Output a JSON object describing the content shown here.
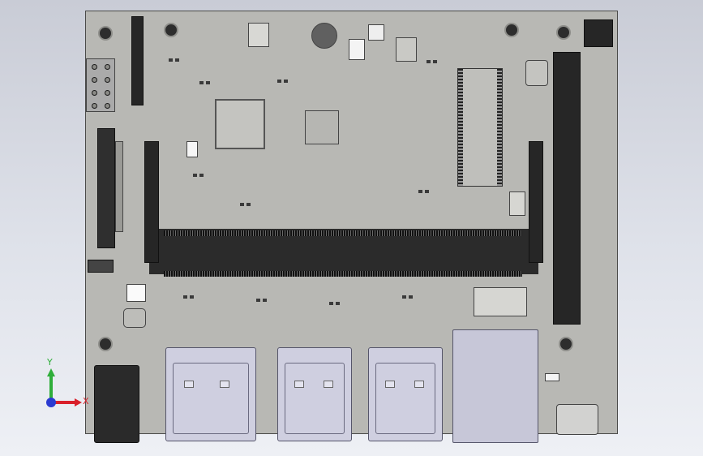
{
  "viewport": {
    "background": "#dfe2ea"
  },
  "board": {
    "pcb_color": "#b8b8b4",
    "components": [
      "mounting-hole",
      "gpio-header",
      "sodimm-slot",
      "soc-chip",
      "m2-slot",
      "dc-jack",
      "usb-port",
      "ethernet-port",
      "micro-usb-port"
    ]
  },
  "axis": {
    "x_label": "X",
    "y_label": "Y",
    "x_color": "#d9202a",
    "y_color": "#2fae3a",
    "origin_color": "#2b3bd1"
  }
}
